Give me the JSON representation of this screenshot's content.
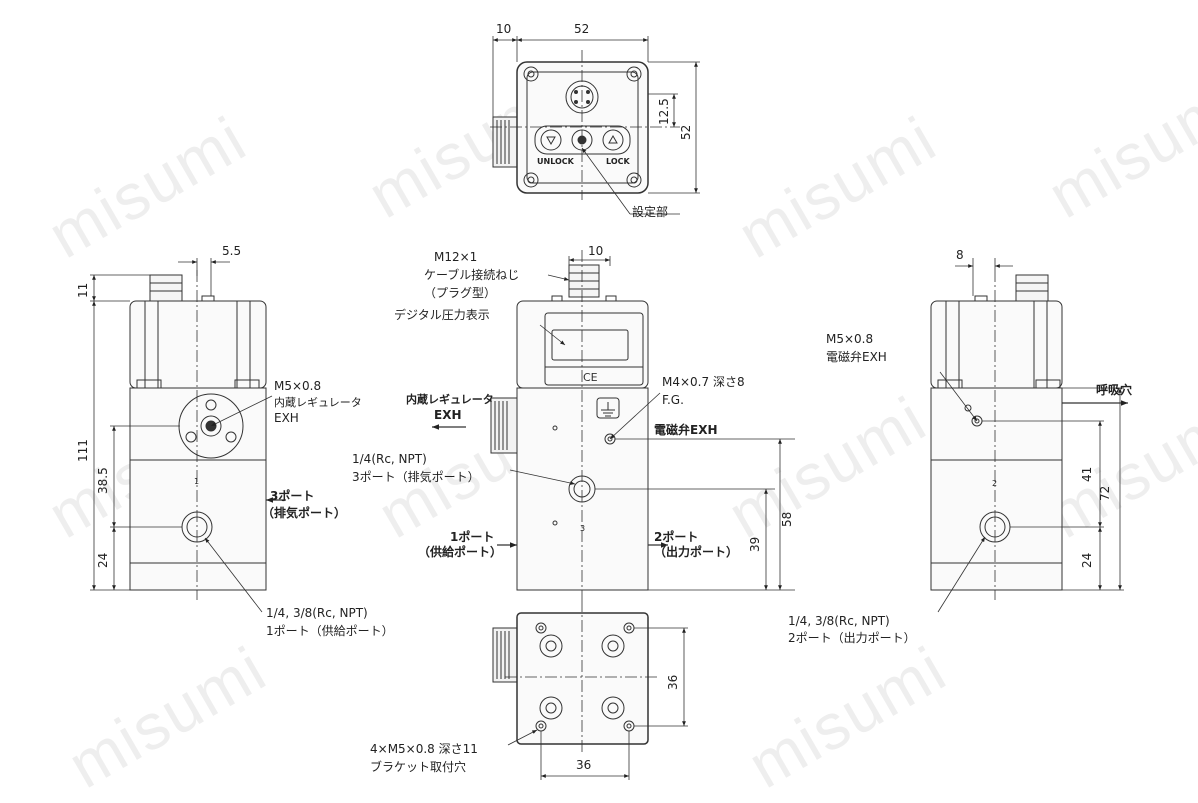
{
  "watermark": "misumi",
  "top_view": {
    "dim_10": "10",
    "dim_52_w": "52",
    "dim_52_h": "52",
    "dim_12_5": "12.5",
    "unlock": "UNLOCK",
    "lock": "LOCK",
    "setting_part": "設定部"
  },
  "left_view": {
    "dim_5_5": "5.5",
    "dim_11": "11",
    "dim_111": "111",
    "dim_38_5": "38.5",
    "dim_24": "24",
    "m5": "M5×0.8",
    "internal_reg": "内蔵レギュレータ",
    "exh": "EXH",
    "port3_line1": "3ポート",
    "port3_line2": "（排気ポート）",
    "port_num": "1",
    "thread": "1/4, 3/8(Rc, NPT)",
    "port1": "1ポート（供給ポート）"
  },
  "front_view": {
    "dim_10": "10",
    "m12": "M12×1",
    "cable_thread": "ケーブル接続ねじ",
    "plug_type": "（プラグ型）",
    "digital_display": "デジタル圧力表示",
    "internal_reg": "内蔵レギュレータ",
    "exh": "EXH",
    "m4": "M4×0.7 深さ8",
    "fg": "F.G.",
    "solenoid_exh": "電磁弁EXH",
    "thread_quarter": "1/4(Rc, NPT)",
    "port3_exhaust": "3ポート（排気ポート）",
    "port1_line1": "1ポート",
    "port1_line2": "（供給ポート）",
    "port2_line1": "2ポート",
    "port2_line2": "（出力ポート）",
    "port_num": "3",
    "dim_58": "58",
    "dim_39": "39"
  },
  "right_view": {
    "dim_8": "8",
    "m5": "M5×0.8",
    "solenoid_exh": "電磁弁EXH",
    "breathing_hole": "呼吸穴",
    "dim_41": "41",
    "dim_72": "72",
    "dim_24": "24",
    "port_num": "2",
    "thread": "1/4, 3/8(Rc, NPT)",
    "port2": "2ポート（出力ポート）"
  },
  "bottom_view": {
    "dim_36_h": "36",
    "dim_36_w": "36",
    "bracket_thread": "4×M5×0.8 深さ11",
    "bracket_hole": "ブラケット取付穴"
  }
}
